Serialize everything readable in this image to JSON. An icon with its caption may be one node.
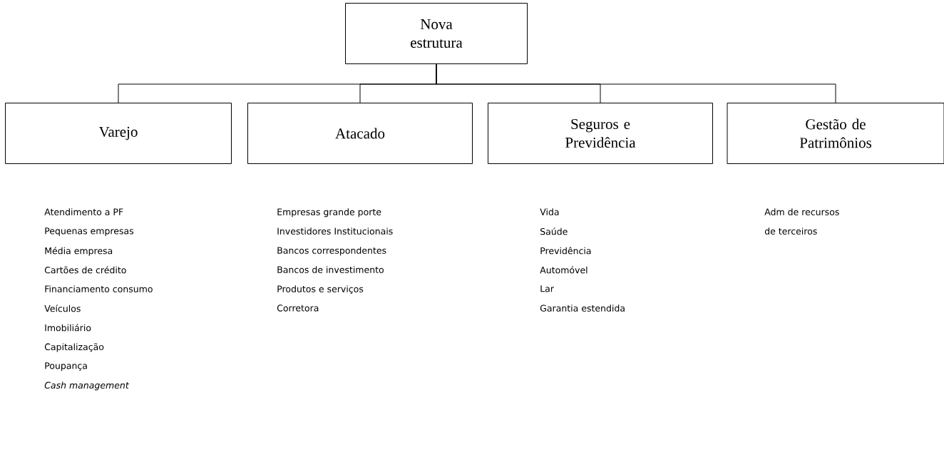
{
  "diagram": {
    "nodes": [
      {
        "text": [
          "Nova estrutura"
        ]
      },
      {
        "text": [
          "Varejo"
        ],
        "beside": [
          "Atendimento a PF",
          "Pequenas empresas",
          "Média empresa",
          "Cartões de crédito",
          "Financiamento consumo",
          "Veículos",
          "Imobiliário",
          "Capitalização",
          "Poupança",
          "*Cash management*"
        ]
      },
      {
        "text": [
          "Atacado"
        ],
        "beside": [
          "Empresas grande porte",
          "Investidores Institucionais",
          "Bancos correspondentes",
          "Bancos de investimento",
          "Produtos e serviços",
          "Corretora"
        ]
      },
      {
        "text": [
          "Seguros e Previdência"
        ],
        "beside": [
          "Vida",
          "Saúde",
          "Previdência",
          "Automóvel",
          "Lar",
          "Garantia estendida"
        ]
      },
      {
        "text": [
          "Gestão de Patrimônios"
        ]
      }
    ],
    "edges": [
      {
        "from": 0,
        "to": 1,
        "arrow": "none"
      },
      {
        "from": 0,
        "to": 2,
        "arrow": "none"
      },
      {
        "from": 0,
        "to": 3,
        "arrow": "none"
      },
      {
        "from": 0,
        "to": 4,
        "arrow": "none"
      }
    ],
    "labels": [
      "Adm de recursos de terceiros"
    ]
  }
}
